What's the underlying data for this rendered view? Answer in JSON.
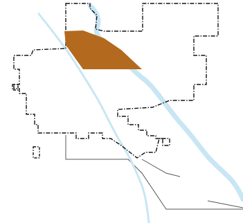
{
  "map": {
    "colors": {
      "background": "#ffffff",
      "river": "#c8e6f4",
      "boundary": "#111111",
      "district_outline": "#555555",
      "highlight_area": "#b36a1e"
    },
    "layers": [
      {
        "id": "river-main",
        "kind": "river"
      },
      {
        "id": "river-side-channel",
        "kind": "river"
      },
      {
        "id": "city-boundary",
        "kind": "boundary",
        "style": "dash-dot"
      },
      {
        "id": "district-outline",
        "kind": "outline",
        "style": "solid"
      },
      {
        "id": "highlight-zone",
        "kind": "area"
      },
      {
        "id": "enclave-parcels",
        "kind": "boundary",
        "style": "dash-dot"
      }
    ]
  }
}
